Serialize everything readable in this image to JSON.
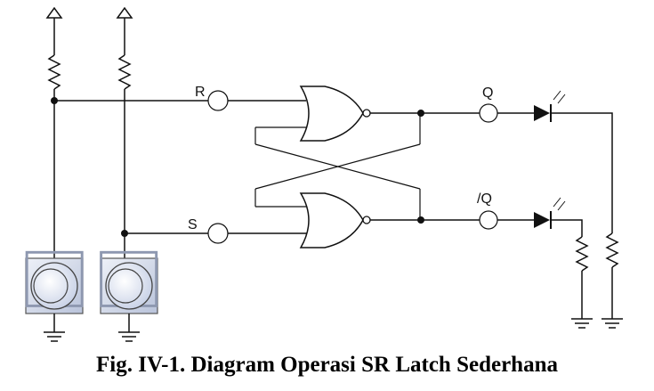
{
  "labels": {
    "r": "R",
    "s": "S",
    "q": "Q",
    "qbar": "/Q"
  },
  "caption": "Fig. IV-1. Diagram Operasi SR Latch Sederhana",
  "icons": [
    "vcc-arrow-icon",
    "resistor-icon",
    "nor-gate-icon",
    "led-icon",
    "ground-icon",
    "push-button-icon"
  ],
  "colors": {
    "line": "#111111",
    "button_face": "#c9d2e6",
    "button_outline": "#555555"
  }
}
